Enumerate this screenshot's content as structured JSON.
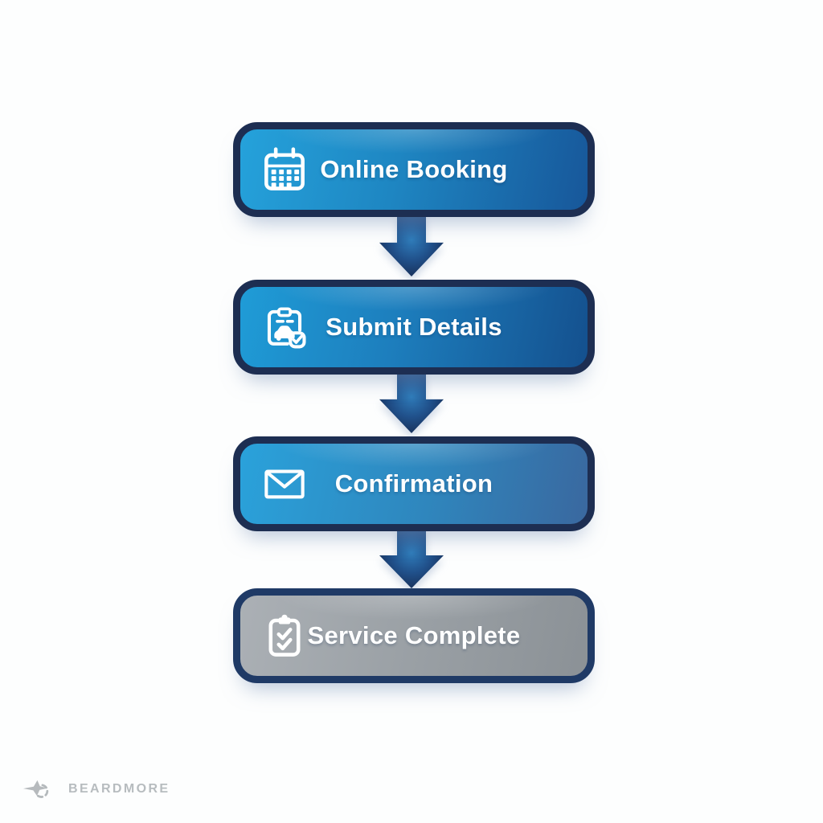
{
  "diagram": {
    "type": "flowchart",
    "direction": "vertical",
    "steps": [
      {
        "label": "Online Booking",
        "icon": "calendar-icon",
        "fill_left": "#25a2db",
        "fill_right": "#17579a"
      },
      {
        "label": "Submit Details",
        "icon": "clipboard-car-check-icon",
        "fill_left": "#1f9cd7",
        "fill_right": "#14508e"
      },
      {
        "label": "Confirmation",
        "icon": "envelope-icon",
        "fill_left": "#2aa2db",
        "fill_right": "#3a689f"
      },
      {
        "label": "Service Complete",
        "icon": "checklist-clipboard-icon",
        "fill_left": "#abb0b5",
        "fill_right": "#8b9196"
      }
    ],
    "connector": {
      "shape": "arrow-down",
      "color": "#1c3a68"
    },
    "border_color": "#1d2e52",
    "label_color": "#ffffff",
    "background_color": "#fdfefe"
  },
  "footer": {
    "brand": "BEARDMORE",
    "logo_icon": "sparkle-swirl-icon",
    "text_color": "#b7bcbf"
  }
}
